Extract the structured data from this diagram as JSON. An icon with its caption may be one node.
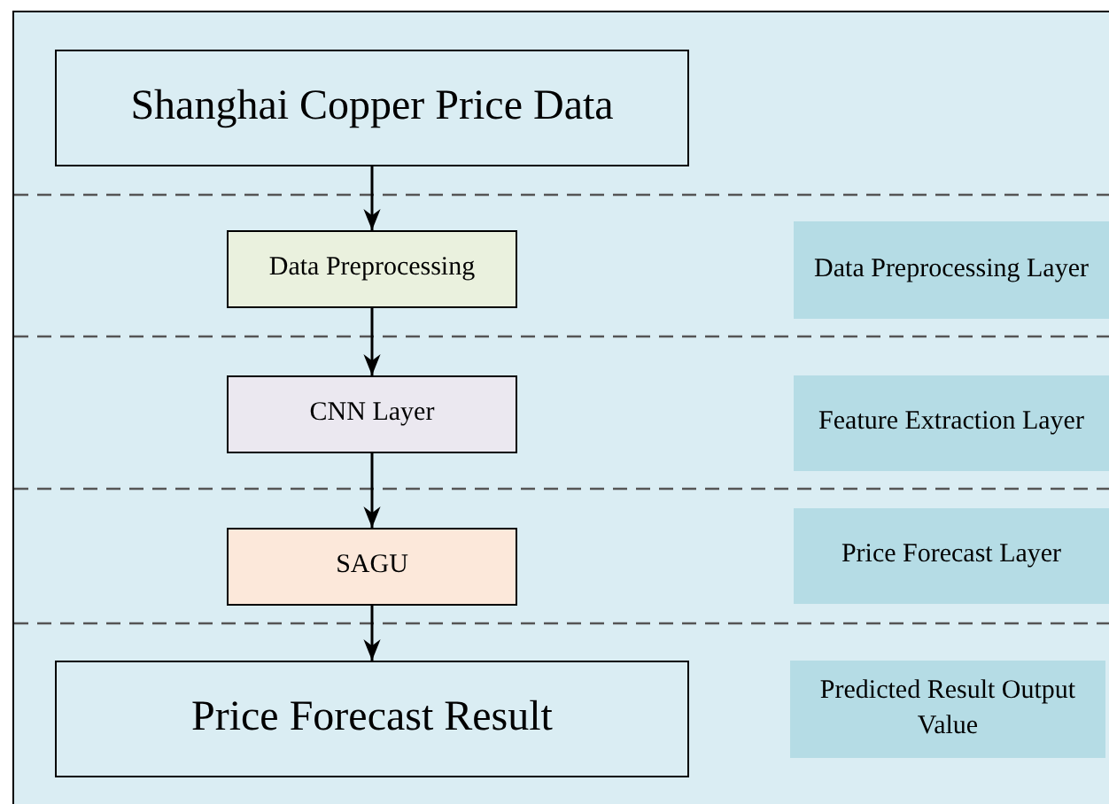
{
  "diagram": {
    "nodes": [
      {
        "text": [
          "Shanghai Copper Price Data"
        ]
      },
      {
        "text": [
          "Data Preprocessing"
        ]
      },
      {
        "text": [
          "Data Preprocessing Layer"
        ]
      },
      {
        "text": [
          "CNN Layer"
        ]
      },
      {
        "text": [
          "Feature Extraction Layer"
        ]
      },
      {
        "text": [
          "SAGU"
        ]
      },
      {
        "text": [
          "Price Forecast Layer"
        ]
      },
      {
        "text": [
          "Price Forecast Result"
        ]
      },
      {
        "text": [
          "Predicted Result Output Value"
        ]
      }
    ],
    "edges": [
      {
        "from": 0,
        "to": 1,
        "arrow": "to"
      },
      {
        "from": 1,
        "to": 3,
        "arrow": "to"
      },
      {
        "from": 3,
        "to": 5,
        "arrow": "to"
      },
      {
        "from": 5,
        "to": 7,
        "arrow": "to"
      }
    ]
  }
}
